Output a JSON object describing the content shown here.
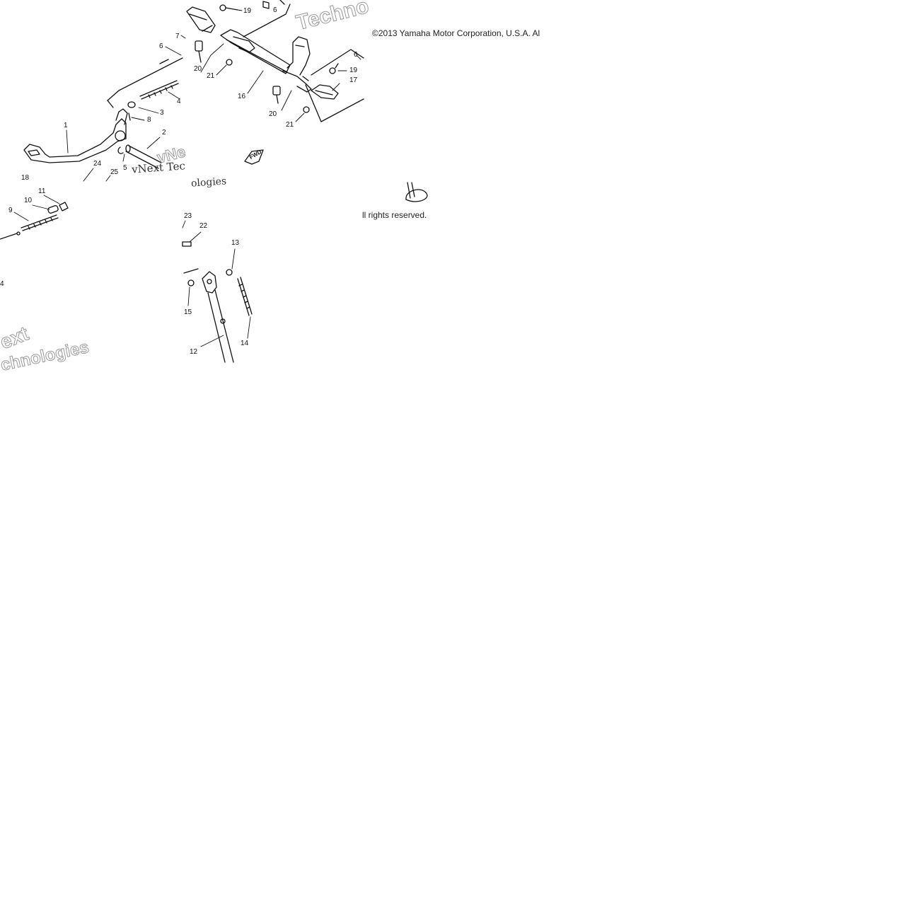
{
  "copyright_line1": "©2013 Yamaha Motor Corporation, U.S.A. Al",
  "copyright_line2": "ll rights reserved.",
  "watermarks": [
    {
      "text": "Techno"
    },
    {
      "text": "vNe"
    },
    {
      "text": "vNext Tec"
    },
    {
      "text": "ologies"
    },
    {
      "text": "ext"
    },
    {
      "text": "chnologies"
    }
  ],
  "fwd_label": "FWD",
  "part_labels": {
    "p1": "1",
    "p2": "2",
    "p3": "3",
    "p4": "4",
    "p5": "5",
    "p6": "6",
    "p7": "7",
    "p8": "8",
    "p9": "9",
    "p10": "10",
    "p11": "11",
    "p12": "12",
    "p13": "13",
    "p14": "14",
    "p15": "15",
    "p16": "16",
    "p17": "17",
    "p18": "18",
    "p19a": "19",
    "p19b": "19",
    "p20a": "20",
    "p20b": "20",
    "p21a": "21",
    "p21b": "21",
    "p22": "22",
    "p23": "23",
    "p24": "24",
    "p25": "25",
    "p6b": "6",
    "p6c": "6",
    "p4b": "4"
  }
}
